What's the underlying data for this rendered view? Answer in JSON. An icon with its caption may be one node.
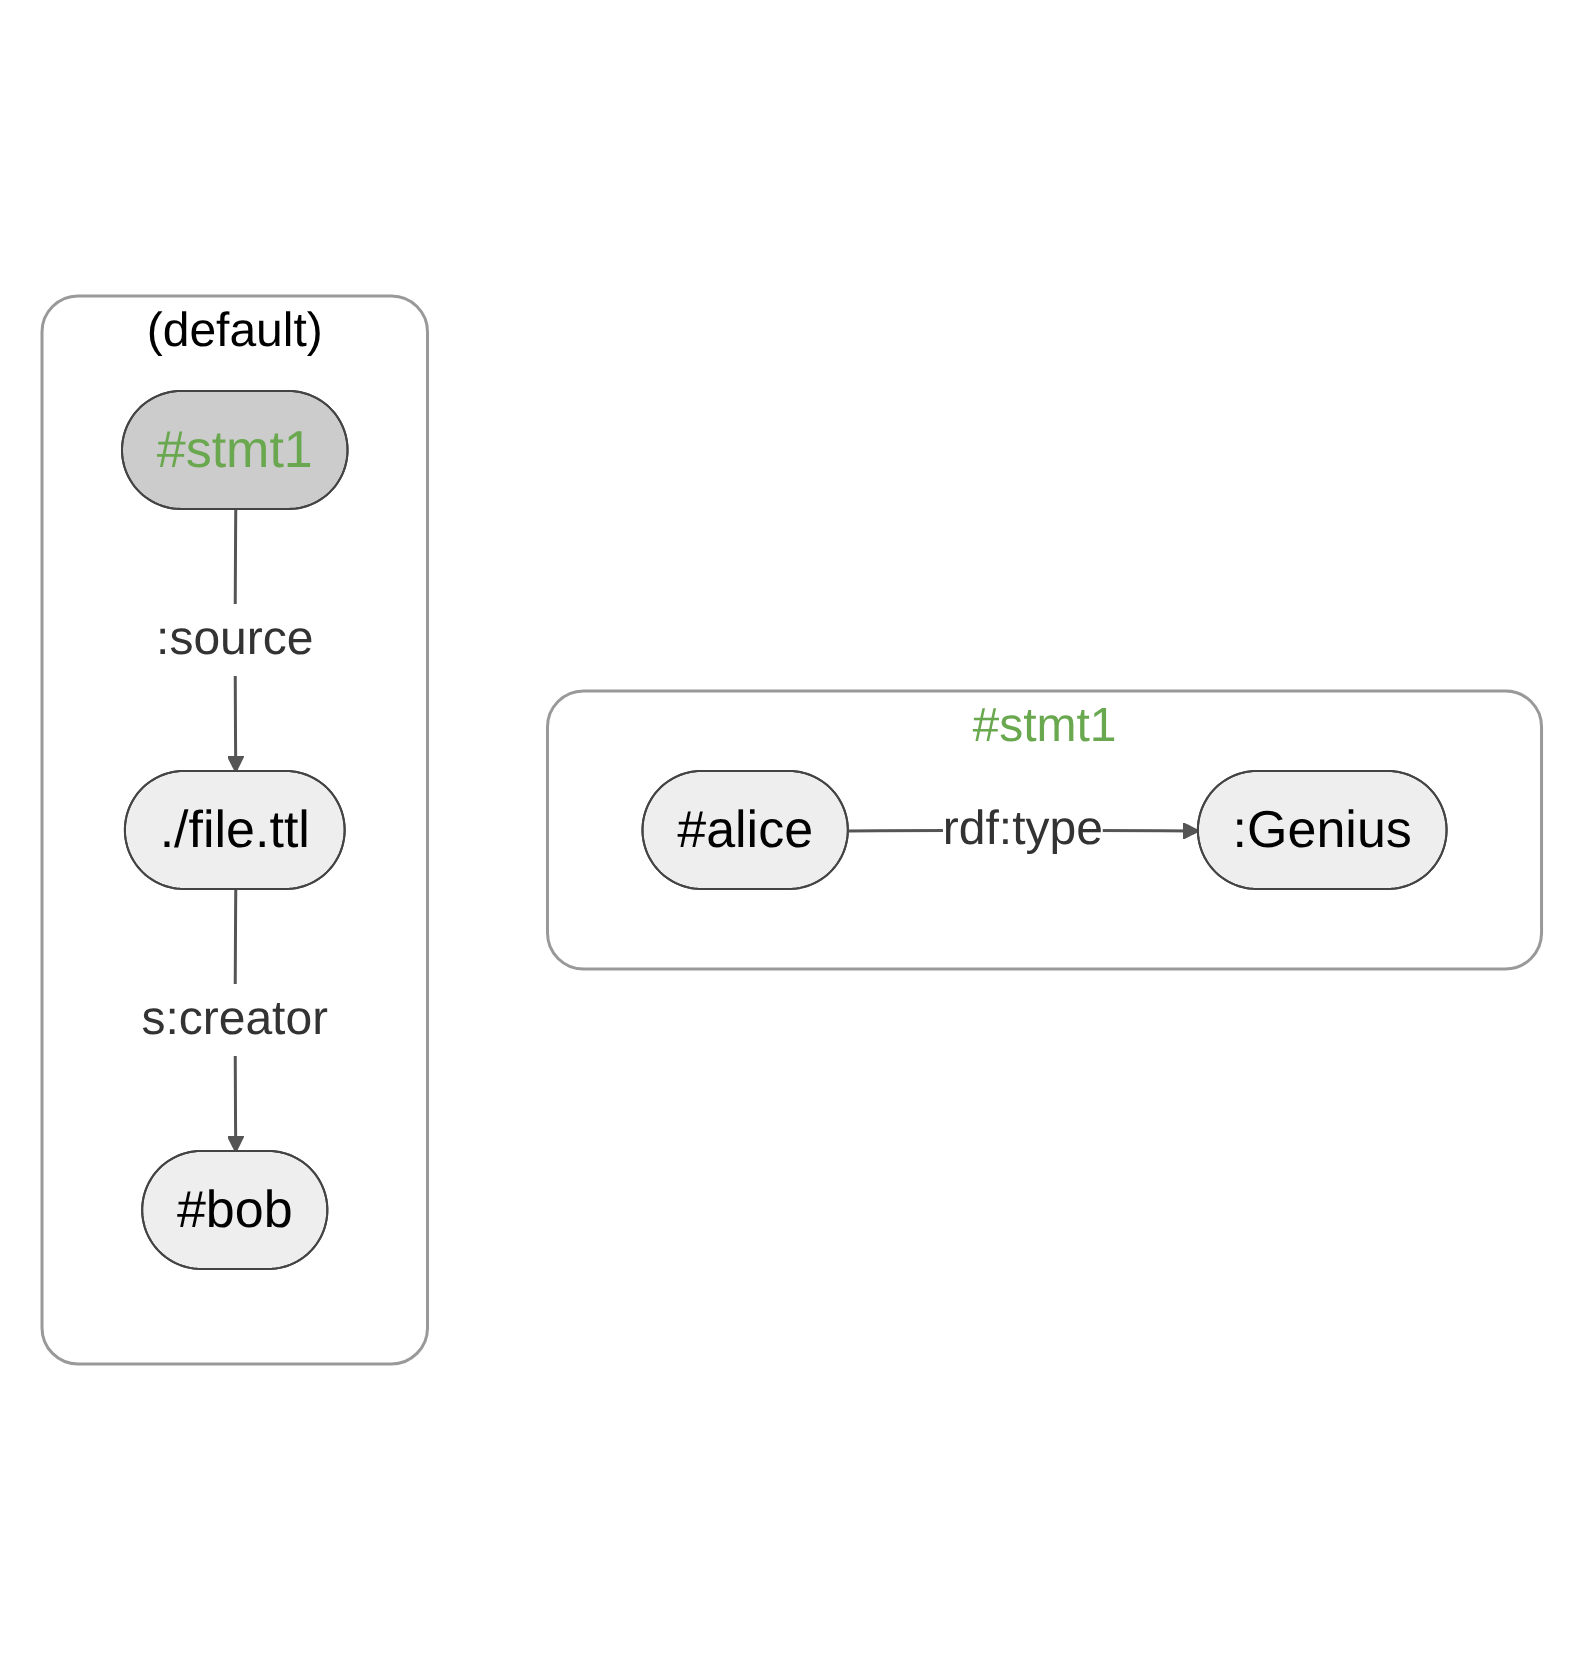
{
  "diagram": {
    "nodes": [
      {
        "text": [
          "#stmt1"
        ]
      },
      {
        "text": [
          "#alice"
        ],
        "in": 0
      },
      {
        "text": [
          ":Genius"
        ],
        "in": 0
      },
      {
        "text": [
          "(default)"
        ]
      },
      {
        "text": [
          "#stmt1"
        ],
        "in": 3
      },
      {
        "text": [
          "./file.ttl"
        ],
        "in": 3
      },
      {
        "text": [
          "#bob"
        ],
        "in": 3
      }
    ],
    "edges": [
      {
        "from": 1,
        "to": 2,
        "arrow": "to",
        "label": "rdf:type"
      },
      {
        "from": 4,
        "to": 5,
        "arrow": "to",
        "label": ":source"
      },
      {
        "from": 5,
        "to": 6,
        "arrow": "to",
        "label": "s:creator"
      }
    ]
  }
}
